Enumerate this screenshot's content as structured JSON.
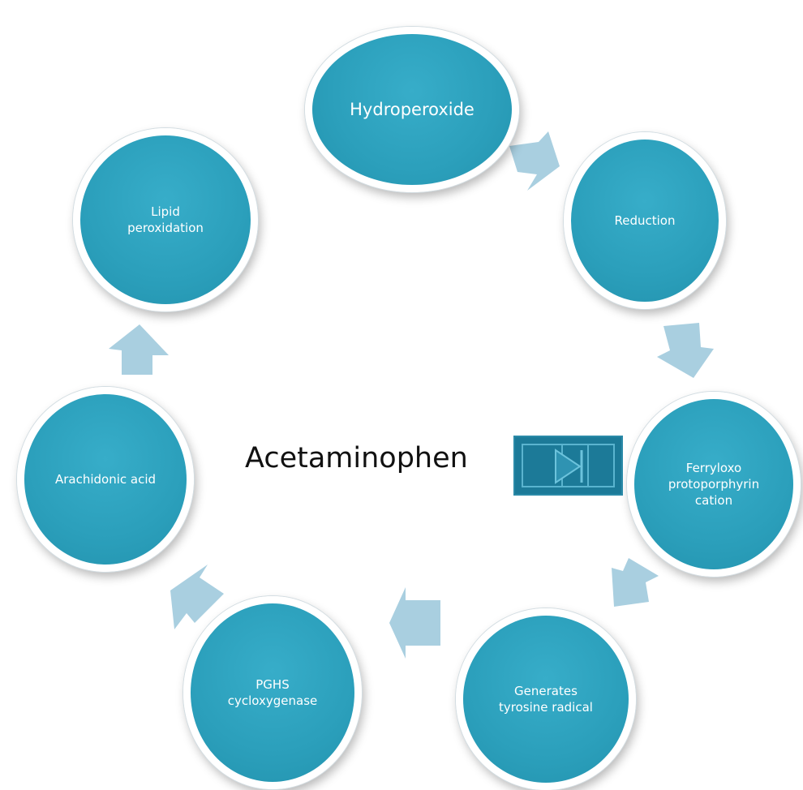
{
  "diagram": {
    "center_label": "Acetaminophen",
    "nodes": [
      {
        "id": "hydroperoxide",
        "label": "Hydroperoxide"
      },
      {
        "id": "reduction",
        "label": "Reduction"
      },
      {
        "id": "ferryloxo",
        "label": "Ferryloxo\nprotoporphyrin\ncation"
      },
      {
        "id": "tyrosine",
        "label": "Generates\ntyrosine radical"
      },
      {
        "id": "pghs",
        "label": "PGHS\ncycloxygenase"
      },
      {
        "id": "arachidonic",
        "label": "Arachidonic acid"
      },
      {
        "id": "lipid",
        "label": "Lipid\nperoxidation"
      }
    ],
    "colors": {
      "node_fill": "#2b9fbb",
      "node_border": "#ffffff",
      "arrow_fill": "#a9cfe0",
      "media_control": "#1c7a98"
    },
    "icons": [
      "next-track-icon"
    ]
  }
}
